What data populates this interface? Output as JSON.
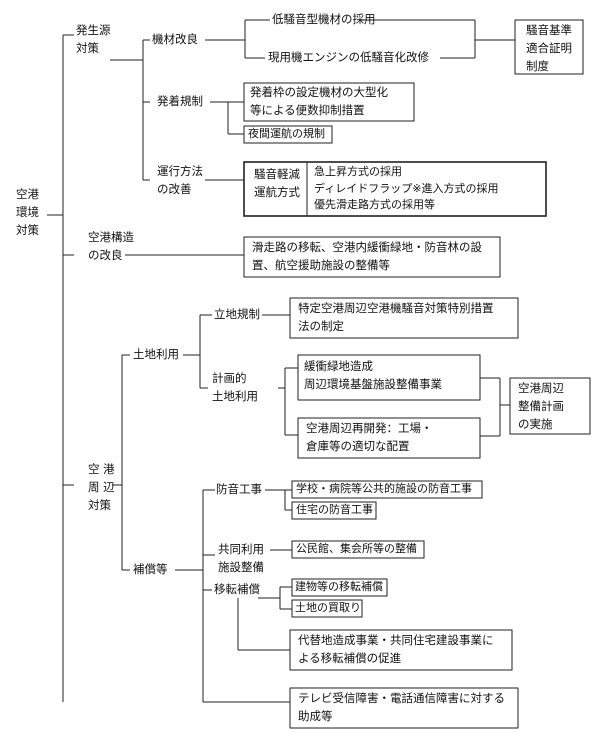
{
  "root": {
    "lines": [
      "空港",
      "環境",
      "対策"
    ]
  },
  "source": {
    "lines": [
      "発生源",
      "対策"
    ],
    "equipment": {
      "label": "機材改良",
      "items": [
        "低騒音型機材の採用",
        "現用機エンジンの低騒音化改修"
      ]
    },
    "certification": {
      "lines": [
        "騒音基準",
        "適合証明",
        "制度"
      ]
    },
    "arrival": {
      "label": "発着規制",
      "box1_lines": [
        "発着枠の設定機材の大型化",
        "等による便数抑制措置"
      ],
      "box2": "夜間運航の規制"
    },
    "operation": {
      "lines": [
        "運行方法",
        "の改善"
      ],
      "left_lines": [
        "騒音軽減",
        "運航方式"
      ],
      "right_lines": [
        "急上昇方式の採用",
        "ディレイドフラップ※進入方式の採用",
        "優先滑走路方式の採用等"
      ]
    }
  },
  "structure": {
    "lines": [
      "空港構造",
      "の改良"
    ],
    "box_lines": [
      "滑走路の移転、空港内緩衝緑地・防音林の設",
      "置、航空援助施設の整備等"
    ]
  },
  "surroundings": {
    "lines": [
      "空 港",
      "周 辺",
      "対策"
    ],
    "land": {
      "label": "土地利用",
      "zoning": {
        "label": "立地規制",
        "box_lines": [
          "特定空港周辺空港機騒音対策特別措置",
          "法の制定"
        ]
      },
      "planned": {
        "lines": [
          "計画的",
          "土地利用"
        ],
        "box1_lines": [
          "緩衝緑地造成",
          "周辺環境基盤施設整備事業"
        ],
        "box2_lines": [
          "空港周辺再開発：工場・",
          "倉庫等の適切な配置"
        ],
        "plan_lines": [
          "空港周辺",
          "整備計画",
          "の実施"
        ]
      }
    },
    "compensation": {
      "label": "補償等",
      "soundproof": {
        "label": "防音工事",
        "items": [
          "学校・病院等公共的施設の防音工事",
          "住宅の防音工事"
        ]
      },
      "shared": {
        "lines": [
          "共同利用",
          "施設整備"
        ],
        "item": "公民館、集会所等の整備"
      },
      "relocation": {
        "label": "移転補償",
        "items": [
          "建物等の移転補償",
          "土地の買取り"
        ],
        "box_lines": [
          "代替地造成事業・共同住宅建設事業に",
          "よる移転補償の促進"
        ]
      },
      "tv": {
        "lines": [
          "テレビ受信障害・電話通信障害に対する",
          "助成等"
        ]
      }
    }
  }
}
